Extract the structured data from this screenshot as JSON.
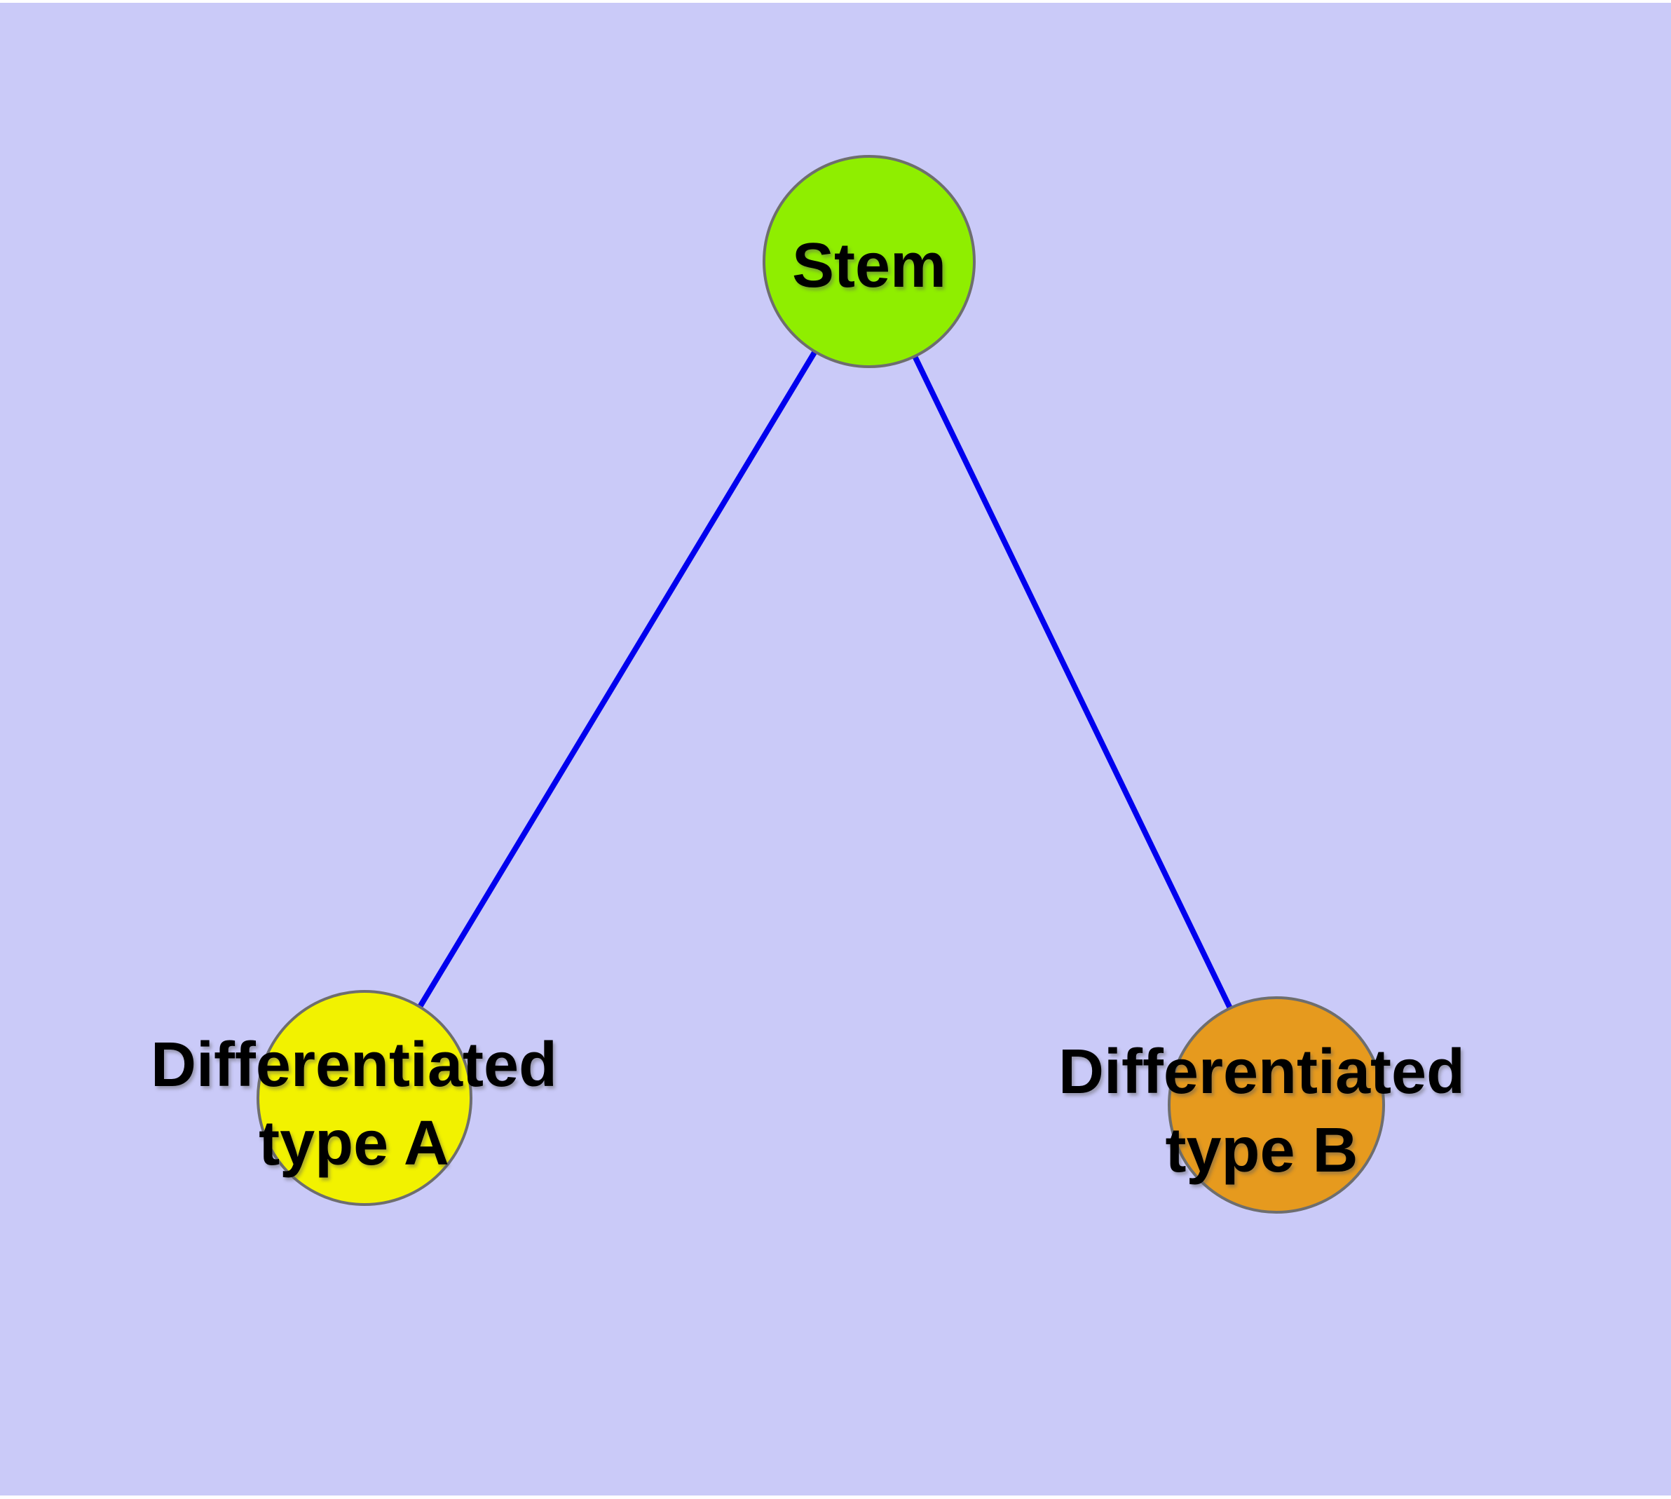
{
  "diagram": {
    "type": "node-link-graph",
    "background_color": "#CACAF8",
    "frame_color": "#FFFFFF",
    "edge_color": "#0000EE",
    "node_border_color": "#6E6E6E",
    "label_color": "#000000",
    "nodes": [
      {
        "id": "stem",
        "label": "Stem",
        "label_line1": "Stem",
        "label_line2": "",
        "fill": "#8FEE00"
      },
      {
        "id": "differentiated-type-a",
        "label": "Differentiated type A",
        "label_line1": "Differentiated",
        "label_line2": "type A",
        "fill": "#F2F200"
      },
      {
        "id": "differentiated-type-b",
        "label": "Differentiated type B",
        "label_line1": "Differentiated",
        "label_line2": "type B",
        "fill": "#E69A1E"
      }
    ],
    "edges": [
      {
        "from": "Stem",
        "to": "Differentiated type A"
      },
      {
        "from": "Stem",
        "to": "Differentiated type B"
      }
    ]
  }
}
